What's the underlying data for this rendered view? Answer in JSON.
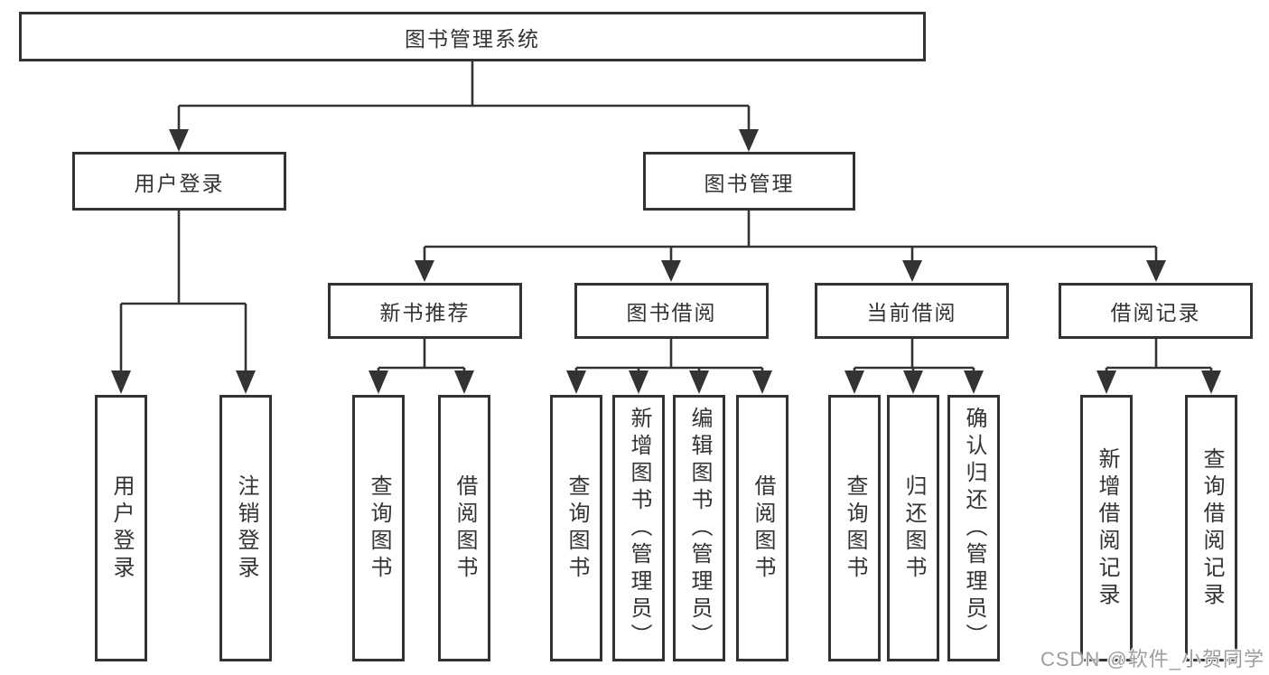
{
  "colors": {
    "line": "#333333",
    "box_border": "#333333",
    "text": "#333333",
    "background": "#ffffff",
    "watermark_text": "#9e9e9e"
  },
  "diagram": {
    "type": "hierarchy-tree",
    "root": {
      "label": "图书管理系统"
    },
    "branches": {
      "user_login": {
        "label": "用户登录",
        "children": [
          {
            "label": "用户登录"
          },
          {
            "label": "注销登录"
          }
        ]
      },
      "book_mgmt": {
        "label": "图书管理",
        "children": [
          {
            "label": "新书推荐",
            "children": [
              {
                "label": "查询图书"
              },
              {
                "label": "借阅图书"
              }
            ]
          },
          {
            "label": "图书借阅",
            "children": [
              {
                "label": "查询图书"
              },
              {
                "label": "新增图书（管理员）"
              },
              {
                "label": "编辑图书（管理员）"
              },
              {
                "label": "借阅图书"
              }
            ]
          },
          {
            "label": "当前借阅",
            "children": [
              {
                "label": "查询图书"
              },
              {
                "label": "归还图书"
              },
              {
                "label": "确认归还（管理员）"
              }
            ]
          },
          {
            "label": "借阅记录",
            "children": [
              {
                "label": "新增借阅记录"
              },
              {
                "label": "查询借阅记录"
              }
            ]
          }
        ]
      }
    }
  },
  "watermark": {
    "text": "CSDN @软件_小贺同学"
  }
}
